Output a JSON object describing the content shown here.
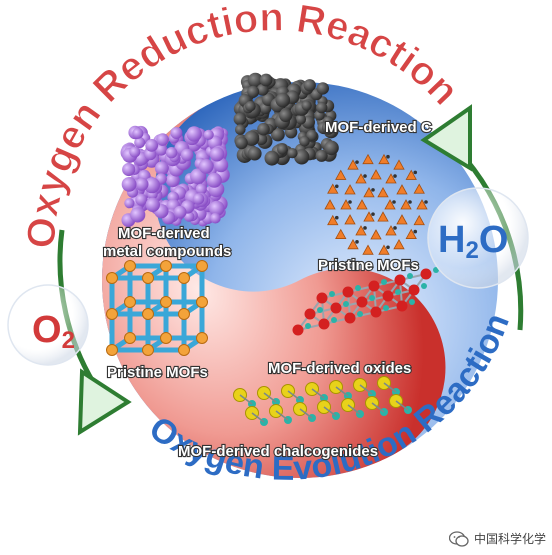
{
  "outer": {
    "orr_title": "Oxygen Reduction Reaction",
    "oer_title": "Oxygen Evolution Reaction"
  },
  "species": {
    "o2": "O",
    "o2_sub": "2",
    "h2o_h": "H",
    "h2o_sub": "2",
    "h2o_o": "O"
  },
  "labels": {
    "mof_c": "MOF-derived C",
    "mof_metal_line1": "MOF-derived",
    "mof_metal_line2": "metal compounds",
    "pristine_left": "Pristine MOFs",
    "pristine_right": "Pristine MOFs",
    "oxides": "MOF-derived oxides",
    "chalcogenides": "MOF-derived chalcogenides"
  },
  "watermark": "中国科学化学",
  "colors": {
    "orr_red": "#d64545",
    "oer_blue": "#2d6cc4",
    "arrow_green": "#2e7d32",
    "carbon_gray": "#4a4a4a",
    "metal_purple": "#a46ad8",
    "mof_orange": "#f07d2a",
    "oxide_red": "#d42020",
    "chalco_yellow": "#e8d21a"
  },
  "icons": [
    "wechat-icon"
  ]
}
